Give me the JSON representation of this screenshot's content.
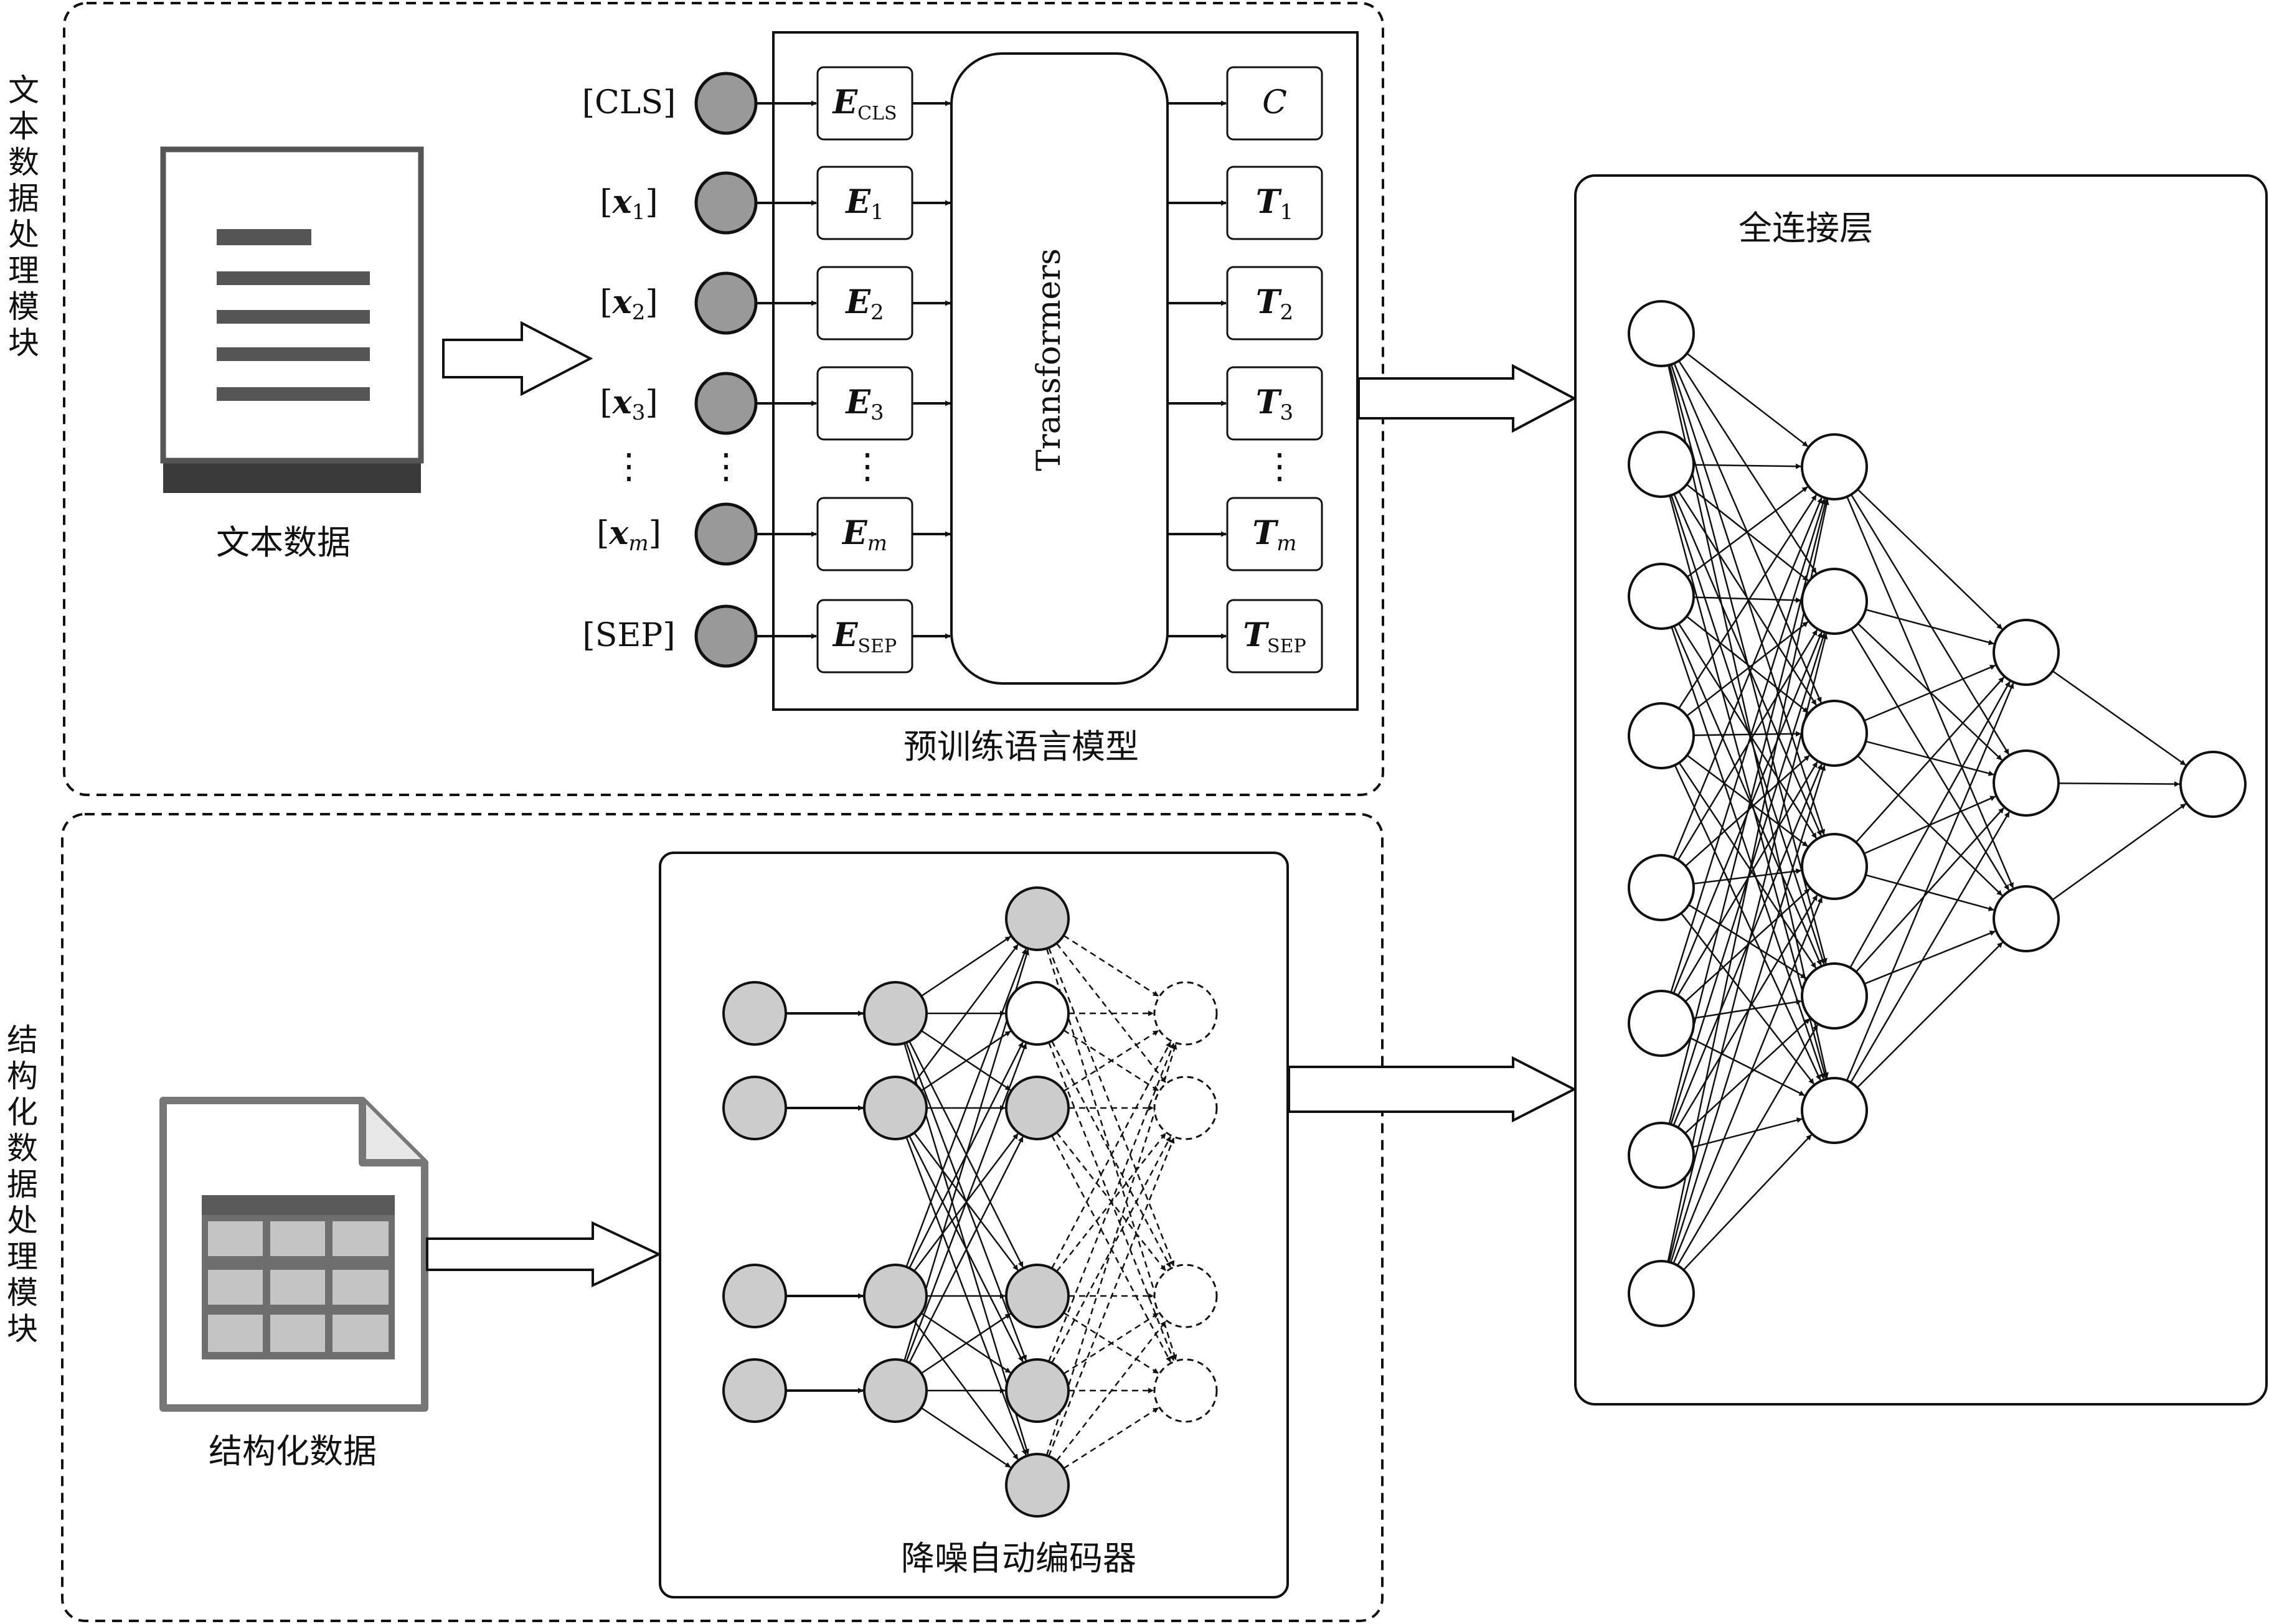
{
  "modules": {
    "text_module_label": "文本数据处理模块",
    "struct_module_label": "结构化数据处理模块"
  },
  "text_data": {
    "caption": "文本数据"
  },
  "struct_data": {
    "caption": "结构化数据"
  },
  "plm": {
    "caption": "预训练语言模型",
    "transformer_label": "Transformers",
    "tokens": [
      {
        "in_text": "[CLS]",
        "in_bold": "",
        "in_sub": "",
        "in_close": "",
        "emb": "E",
        "emb_sub": "CLS",
        "emb_sub_italic": false,
        "out": "C",
        "out_sub": "",
        "out_sub_italic": false,
        "out_bold": false
      },
      {
        "in_text": "[",
        "in_bold": "x",
        "in_sub": "1",
        "in_close": "]",
        "emb": "E",
        "emb_sub": "1",
        "emb_sub_italic": false,
        "out": "T",
        "out_sub": "1",
        "out_sub_italic": false,
        "out_bold": true
      },
      {
        "in_text": "[",
        "in_bold": "x",
        "in_sub": "2",
        "in_close": "]",
        "emb": "E",
        "emb_sub": "2",
        "emb_sub_italic": false,
        "out": "T",
        "out_sub": "2",
        "out_sub_italic": false,
        "out_bold": true
      },
      {
        "in_text": "[",
        "in_bold": "x",
        "in_sub": "3",
        "in_close": "]",
        "emb": "E",
        "emb_sub": "3",
        "emb_sub_italic": false,
        "out": "T",
        "out_sub": "3",
        "out_sub_italic": false,
        "out_bold": true
      },
      {
        "in_text": "[",
        "in_bold": "x",
        "in_sub": "m",
        "in_close": "]",
        "emb": "E",
        "emb_sub": "m",
        "emb_sub_italic": true,
        "out": "T",
        "out_sub": "m",
        "out_sub_italic": true,
        "out_bold": true
      },
      {
        "in_text": "[SEP]",
        "in_bold": "",
        "in_sub": "",
        "in_close": "",
        "emb": "E",
        "emb_sub": "SEP",
        "emb_sub_italic": false,
        "out": "T",
        "out_sub": "SEP",
        "out_sub_italic": false,
        "out_bold": true
      }
    ],
    "ellipsis": "⋮"
  },
  "dae": {
    "caption": "降噪自动编码器"
  },
  "fc": {
    "caption": "全连接层",
    "layer_sizes": [
      8,
      6,
      3,
      1
    ]
  },
  "colors": {
    "stroke": "#111111",
    "token_fill": "#999999",
    "dae_fill": "#cccccc",
    "doc_bar": "#555555",
    "doc_base": "#3a3a3a",
    "table_dark": "#6e6e6e",
    "table_cell": "#c4c4c4"
  }
}
